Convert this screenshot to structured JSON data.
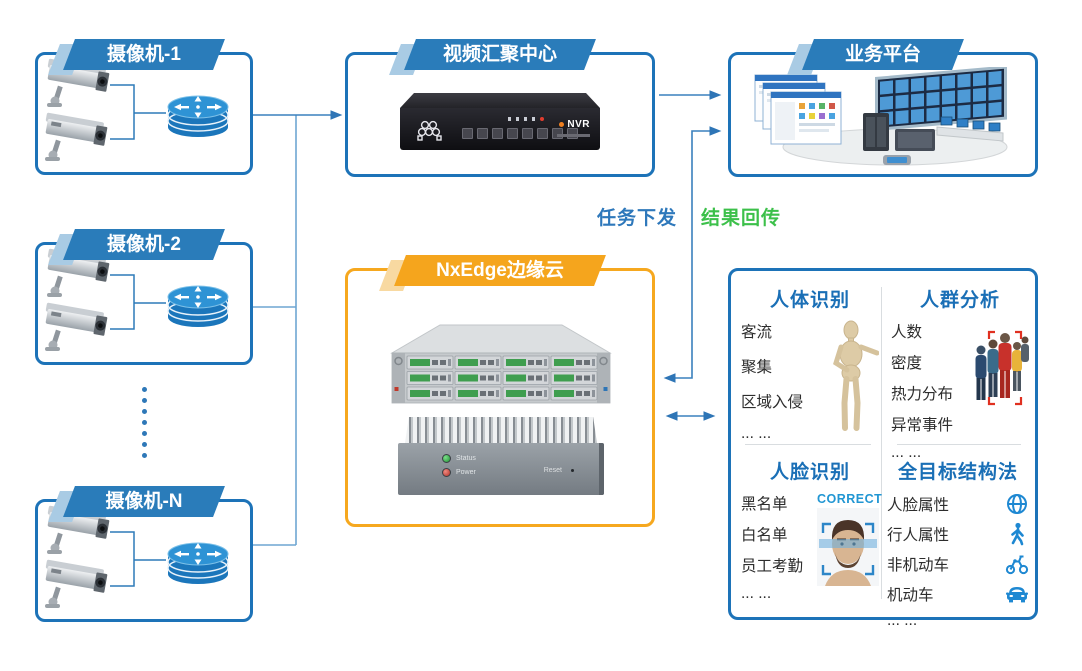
{
  "colors": {
    "primary_blue": "#1d73b8",
    "header_blue": "#2a7cba",
    "accent_light_blue": "#a9cbe4",
    "orange": "#f5a51d",
    "accent_light_orange": "#f8d9a1",
    "flow_task_blue": "#2e78bb",
    "flow_result_green": "#3cc04a",
    "analytics_title_blue": "#1a6fb6",
    "icon_blue": "#1e88d2"
  },
  "camera_groups": [
    {
      "label": "摄像机-1"
    },
    {
      "label": "摄像机-2"
    },
    {
      "label": "摄像机-N"
    }
  ],
  "video_center": {
    "label": "视频汇聚中心",
    "device_brand": "NVR"
  },
  "platform": {
    "label": "业务平台"
  },
  "edge": {
    "label": "NxEdge边缘云",
    "device": {
      "status_label": "Status",
      "power_label": "Power",
      "reset_label": "Reset"
    }
  },
  "flows": {
    "task_label": "任务下发",
    "result_label": "结果回传"
  },
  "analytics": {
    "quadrants": [
      {
        "title": "人体识别",
        "items": [
          "客流",
          "聚集",
          "区域入侵",
          "... ..."
        ]
      },
      {
        "title": "人群分析",
        "items": [
          "人数",
          "密度",
          "热力分布",
          "异常事件",
          "... ..."
        ]
      },
      {
        "title": "人脸识别",
        "badge": "CORRECT",
        "items": [
          "黑名单",
          "白名单",
          "员工考勤",
          "... ..."
        ]
      },
      {
        "title": "全目标结构法",
        "items": [
          "人脸属性",
          "行人属性",
          "非机动车",
          "机动车",
          "... ..."
        ],
        "item_icons": [
          "face-attribute-icon",
          "pedestrian-icon",
          "non-motor-vehicle-icon",
          "motor-vehicle-icon"
        ]
      }
    ]
  }
}
